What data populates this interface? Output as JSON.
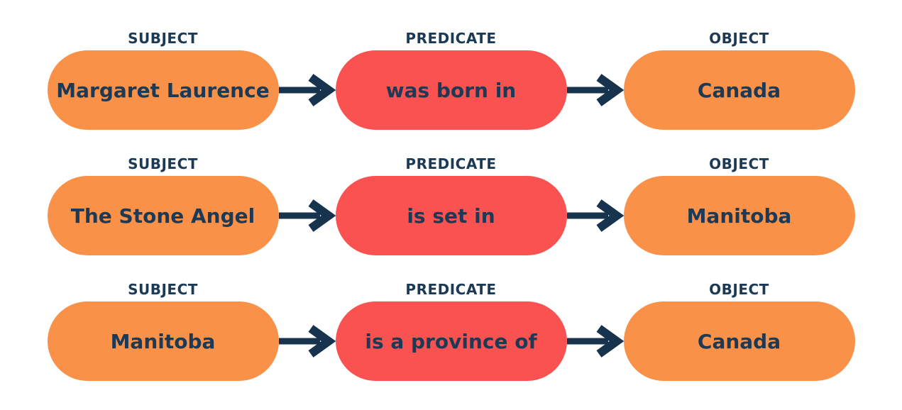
{
  "diagram": {
    "description": "Knowledge-graph triples diagram (subject-predicate-object)",
    "labels": {
      "subject": "SUBJECT",
      "predicate": "PREDICATE",
      "object": "OBJECT"
    },
    "rows": [
      {
        "subject": "Margaret Laurence",
        "predicate": "was born in",
        "object": "Canada"
      },
      {
        "subject": "The Stone Angel",
        "predicate": "is set in",
        "object": "Manitoba"
      },
      {
        "subject": "Manitoba",
        "predicate": "is a province of",
        "object": "Canada"
      }
    ]
  },
  "icons": {
    "arrow": "arrow-right-icon"
  },
  "colors": {
    "subject_object_fill": "#FA9149",
    "predicate_fill": "#F95250",
    "text": "#1C3A55",
    "arrow": "#17334D",
    "background": "#FFFFFF"
  }
}
